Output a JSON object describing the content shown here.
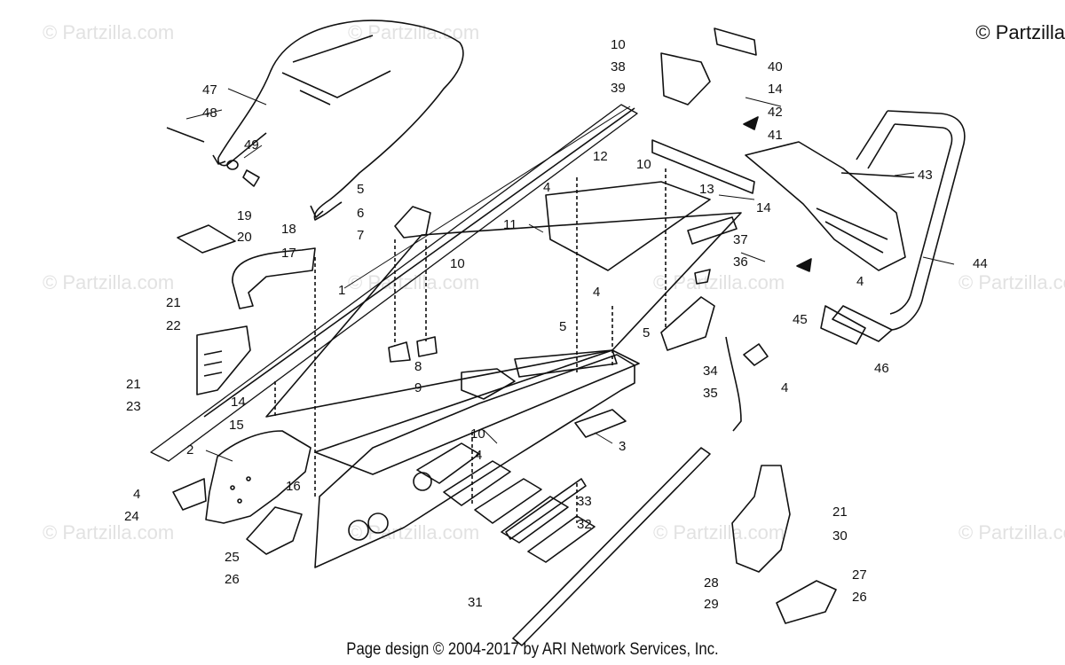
{
  "brand": "© Partzilla",
  "watermark": "© Partzilla.com",
  "footer": "Page design © 2004-2017 by ARI Network Services, Inc.",
  "callouts": [
    "1",
    "2",
    "3",
    "4",
    "5",
    "6",
    "7",
    "8",
    "9",
    "10",
    "11",
    "12",
    "13",
    "14",
    "15",
    "16",
    "17",
    "18",
    "19",
    "20",
    "21",
    "22",
    "23",
    "24",
    "25",
    "26",
    "27",
    "28",
    "29",
    "30",
    "31",
    "32",
    "33",
    "34",
    "35",
    "36",
    "37",
    "38",
    "39",
    "40",
    "41",
    "42",
    "43",
    "44",
    "45",
    "46",
    "47",
    "48",
    "49"
  ]
}
